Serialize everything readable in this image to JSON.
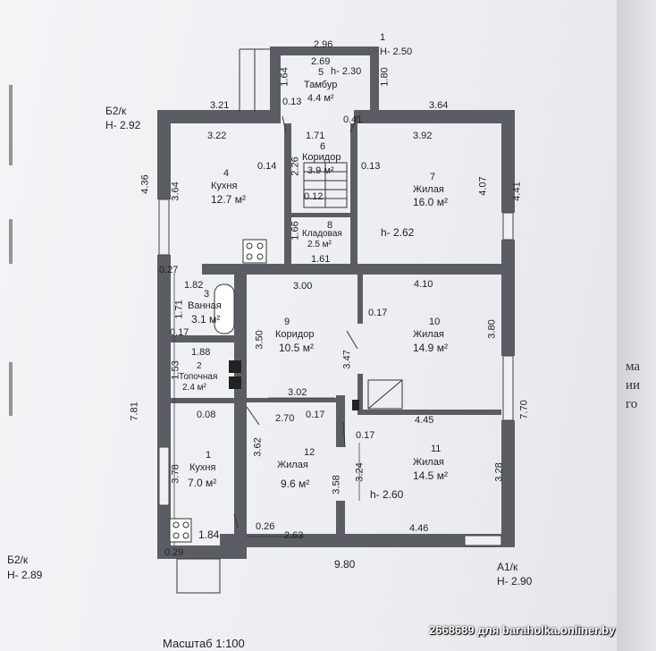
{
  "header": {
    "entrance_label": "1",
    "entrance_height": "H- 2.50"
  },
  "corners": {
    "b2k_top": "Б2/к",
    "b2k_top_h": "H- 2.92",
    "b2k_bottom": "Б2/к",
    "b2k_bottom_h": "H- 2.89",
    "a1k": "А1/к",
    "a1k_h": "H- 2.90"
  },
  "rooms": {
    "r5": {
      "num": "5",
      "height": "h- 2.30",
      "name": "Тамбур",
      "area": "4.4 м²"
    },
    "r6": {
      "num": "6",
      "name": "Коридор",
      "area": "3.9 м²"
    },
    "r4": {
      "num": "4",
      "name": "Кухня",
      "area": "12.7 м²"
    },
    "r7": {
      "num": "7",
      "name": "Жилая",
      "area": "16.0 м²"
    },
    "r8": {
      "num": "8",
      "name": "Кладовая",
      "area": "2.5 м²"
    },
    "r3": {
      "num": "3",
      "name": "Ванная",
      "area": "3.1 м²"
    },
    "r9": {
      "num": "9",
      "name": "Коридор",
      "area": "10.5 м²"
    },
    "r10": {
      "num": "10",
      "name": "Жилая",
      "area": "14.9 м²"
    },
    "r2": {
      "num": "2",
      "name": "Топочная",
      "area": "2.4 м²"
    },
    "r1": {
      "num": "1",
      "name": "Кухня",
      "area": "7.0 м²"
    },
    "r12": {
      "num": "12",
      "name": "Жилая",
      "area": "9.6 м²"
    },
    "r11": {
      "num": "11",
      "name": "Жилая",
      "area": "14.5 м²"
    }
  },
  "heights": {
    "h_top": "h- 2.62",
    "h_bottom": "h- 2.60"
  },
  "dims": {
    "d_296": "2.96",
    "d_269": "2.69",
    "d_164": "1.64",
    "d_180": "1.80",
    "d_321": "3.21",
    "d_013a": "0.13",
    "d_041": "0.41",
    "d_364": "3.64",
    "d_322": "3.22",
    "d_171": "1.71",
    "d_392": "3.92",
    "d_014": "0.14",
    "d_226": "2.26",
    "d_013b": "0.13",
    "d_436": "4.36",
    "d_364v": "3.64",
    "d_407": "4.07",
    "d_441": "4.41",
    "d_012": "0.12",
    "d_166": "1.66",
    "d_161": "1.61",
    "d_027": "0.27",
    "d_182": "1.82",
    "d_300": "3.00",
    "d_410": "4.10",
    "d_171v": "1.71",
    "d_017a": "0.17",
    "d_017b": "0.17",
    "d_350": "3.50",
    "d_380": "3.80",
    "d_188": "1.88",
    "d_347": "3.47",
    "d_153": "1.53",
    "d_302": "3.02",
    "d_781": "7.81",
    "d_008": "0.08",
    "d_270": "2.70",
    "d_017c": "0.17",
    "d_445": "4.45",
    "d_770": "7.70",
    "d_017d": "0.17",
    "d_362": "3.62",
    "d_378": "3.78",
    "d_358": "3.58",
    "d_324": "3.24",
    "d_328": "3.28",
    "d_184": "1.84",
    "d_026": "0.26",
    "d_263": "2.63",
    "d_446": "4.46",
    "d_029": "0.29",
    "d_980": "9.80"
  },
  "right_fragments": {
    "t1": "ма",
    "t2": "ии",
    "t3": "го"
  },
  "watermark": "2668689 для baraholka.onliner.by",
  "scale": "Масштаб 1:100",
  "colors": {
    "wall": "#5a5e64",
    "paper": "#eef0f3",
    "line": "#333333"
  }
}
